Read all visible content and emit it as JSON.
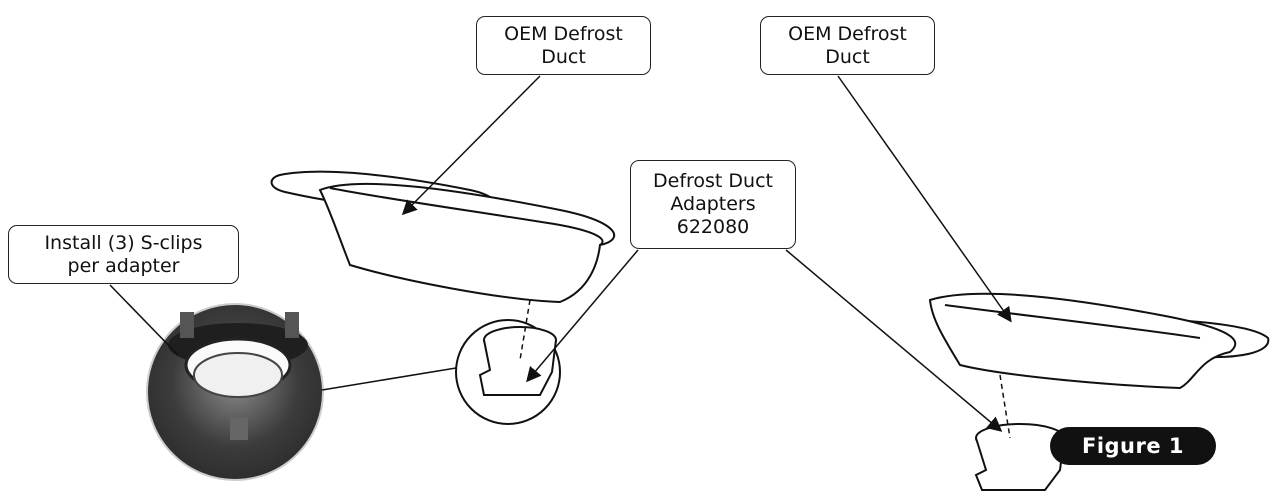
{
  "callouts": {
    "oem_left": {
      "line1": "OEM Defrost",
      "line2": "Duct"
    },
    "oem_right": {
      "line1": "OEM Defrost",
      "line2": "Duct"
    },
    "adapters": {
      "line1": "Defrost Duct",
      "line2": "Adapters",
      "line3": "622080"
    },
    "sclips": {
      "line1": "Install (3) S-clips",
      "line2": "per adapter"
    }
  },
  "figure_label": "Figure 1",
  "colors": {
    "line": "#111111",
    "photo_dark": "#3a3a3a",
    "figure_bg": "#111111"
  }
}
